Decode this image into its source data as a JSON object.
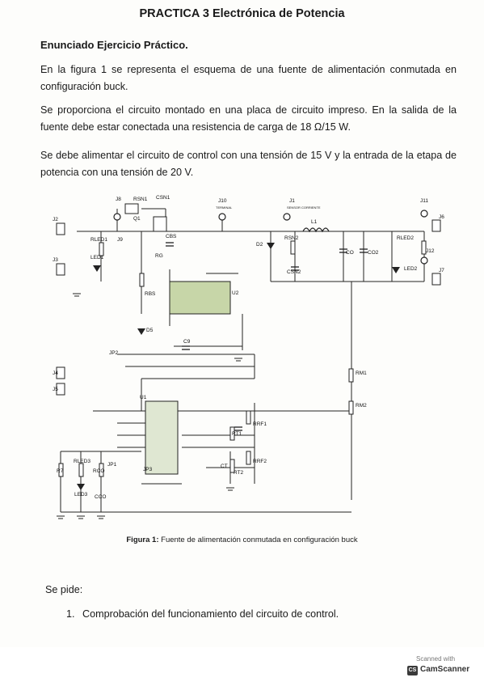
{
  "document": {
    "title": "PRACTICA 3 Electrónica de Potencia",
    "subtitle": "Enunciado Ejercicio Práctico.",
    "paragraphs": [
      "En la figura 1 se representa el esquema de una fuente de alimentación conmutada en configuración buck.",
      "Se proporciona el circuito montado en una placa de circuito impreso. En la salida de la fuente debe estar conectada una resistencia de carga de 18 Ω/15 W.",
      "Se debe alimentar el circuito de control con una tensión de 15 V y la entrada de la etapa de potencia con una tensión de 20 V."
    ],
    "caption_label": "Figura 1:",
    "caption_text": "Fuente de alimentación conmutada en configuración buck",
    "se_pide": "Se pide:",
    "items": [
      {
        "num": "1.",
        "text": "Comprobación del funcionamiento del circuito de control."
      }
    ]
  },
  "schematic_labels": {
    "J8": "J8",
    "RSN1": "RSN1",
    "CSN1": "CSN1",
    "J10": "J10",
    "J1": "J1",
    "J11": "J11",
    "J2": "J2",
    "J6": "J6",
    "J3": "J3",
    "J7": "J7",
    "J4": "J4",
    "J5": "J5",
    "J9": "J9",
    "Q1": "Q1",
    "CBS": "CBS",
    "RG": "RG",
    "U2": "U2",
    "RBS": "RBS",
    "D5": "D5",
    "C9": "C9",
    "JP2": "JP2",
    "D2": "D2",
    "RSN2": "RSN2",
    "CSN2": "CSN2",
    "L1": "L1",
    "CO": "CO",
    "CO2": "CO2",
    "RLED2": "RLED2",
    "LED2": "LED2",
    "J12": "J12",
    "RLED1": "RLED1",
    "LED1": "LED1",
    "RM1": "RM1",
    "RM2": "RM2",
    "U1": "U1",
    "RRF1": "RRF1",
    "RT1": "RT1",
    "RT2": "RT2",
    "RRF2": "RRF2",
    "CT": "CT",
    "R7": "R7",
    "RLED3": "RLED3",
    "RCO": "RCO",
    "JP1": "JP1",
    "JP3": "JP3",
    "LED3": "LED3",
    "CCO": "CCO",
    "terminal": "TERMINAL",
    "sensor": "SENSOR CORRIENTE"
  },
  "watermark": {
    "scanned_with": "Scanned with",
    "app_name": "CamScanner",
    "logo_text": "CS"
  }
}
